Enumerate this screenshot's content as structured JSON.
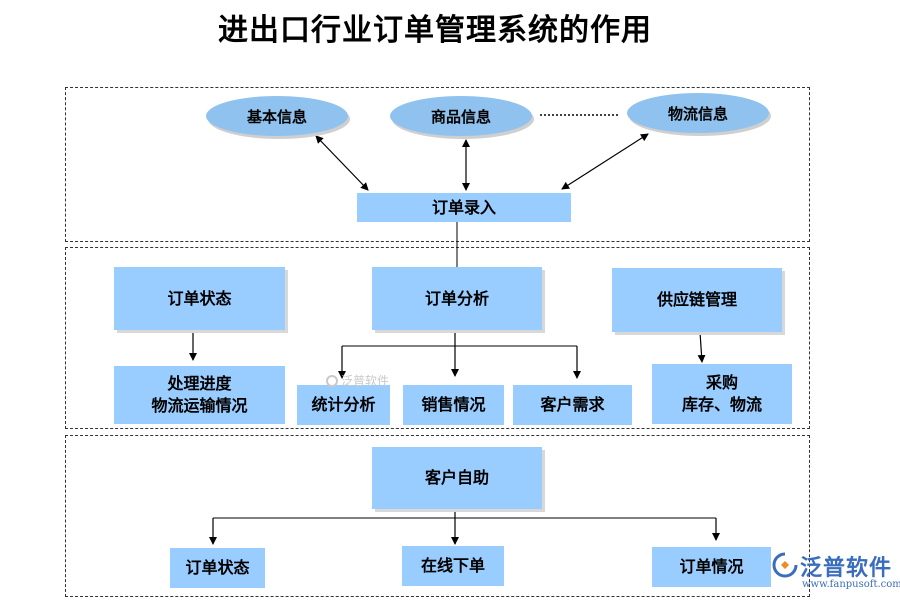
{
  "title": "进出口行业订单管理系统的作用",
  "top_section": {
    "ovals": {
      "basic_info": "基本信息",
      "product_info": "商品信息",
      "logistics_info": "物流信息"
    },
    "order_entry": "订单录入"
  },
  "middle_section": {
    "order_status": "订单状态",
    "order_analysis": "订单分析",
    "supply_chain": "供应链管理",
    "progress": "处理进度\n物流运输情况",
    "statistics": "统计分析",
    "sales": "销售情况",
    "customer_demand": "客户需求",
    "procurement": "采购\n库存、物流"
  },
  "bottom_section": {
    "self_service": "客户自助",
    "order_status": "订单状态",
    "online_order": "在线下单",
    "order_situation": "订单情况"
  },
  "watermark": {
    "text": "泛普软件"
  },
  "logo": {
    "text": "泛普软件",
    "url": "www.fanpusoft.com"
  },
  "colors": {
    "box_fill": "#99ccff",
    "oval_fill": "#8fc2ee",
    "logo_blue": "#3a6ebd",
    "logo_orange": "#f08a24"
  }
}
